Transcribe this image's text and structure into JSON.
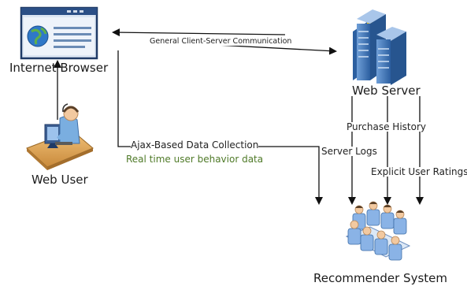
{
  "nodes": {
    "browser": {
      "label": "Internet Browser",
      "icon": "browser-window-icon"
    },
    "server": {
      "label": "Web Server",
      "icon": "server-rack-icon"
    },
    "user": {
      "label": "Web User",
      "icon": "user-at-desk-icon"
    },
    "recommender": {
      "label": "Recommender System",
      "icon": "meeting-group-icon"
    }
  },
  "edges": {
    "client_server": {
      "label": "General Client-Server Communication"
    },
    "ajax": {
      "label": "Ajax-Based Data Collection",
      "sublabel": "Real time user behavior data"
    },
    "server_logs": {
      "label": "Server Logs"
    },
    "purchase_history": {
      "label": "Purchase History"
    },
    "explicit_ratings": {
      "label": "Explicit User Ratings"
    }
  },
  "colors": {
    "arrow": "#111111",
    "sublabel": "#4f7a28",
    "browser_frame": "#1f3a66",
    "browser_body": "#dce6f3",
    "globe": "#2f78c8",
    "server": "#3a6fb2",
    "server_accent": "#f0c419"
  }
}
